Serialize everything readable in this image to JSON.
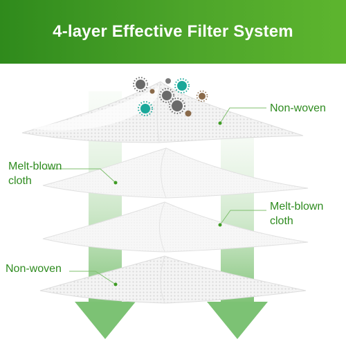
{
  "header": {
    "title": "4-layer Effective Filter System"
  },
  "layers": [
    {
      "name": "Non-woven"
    },
    {
      "name": "Melt-blown cloth",
      "line1": "Melt-blown",
      "line2": "cloth"
    },
    {
      "name": "Melt-blown cloth",
      "line1": "Melt-blown",
      "line2": "cloth"
    },
    {
      "name": "Non-woven"
    }
  ],
  "colors": {
    "accent": "#3e9b24",
    "label_text": "#2e8b1f",
    "arrow": "#8fc98a",
    "particle_teal": "#1aa89a",
    "particle_grey": "#6a6a6a",
    "particle_brown": "#8a6a4a"
  }
}
